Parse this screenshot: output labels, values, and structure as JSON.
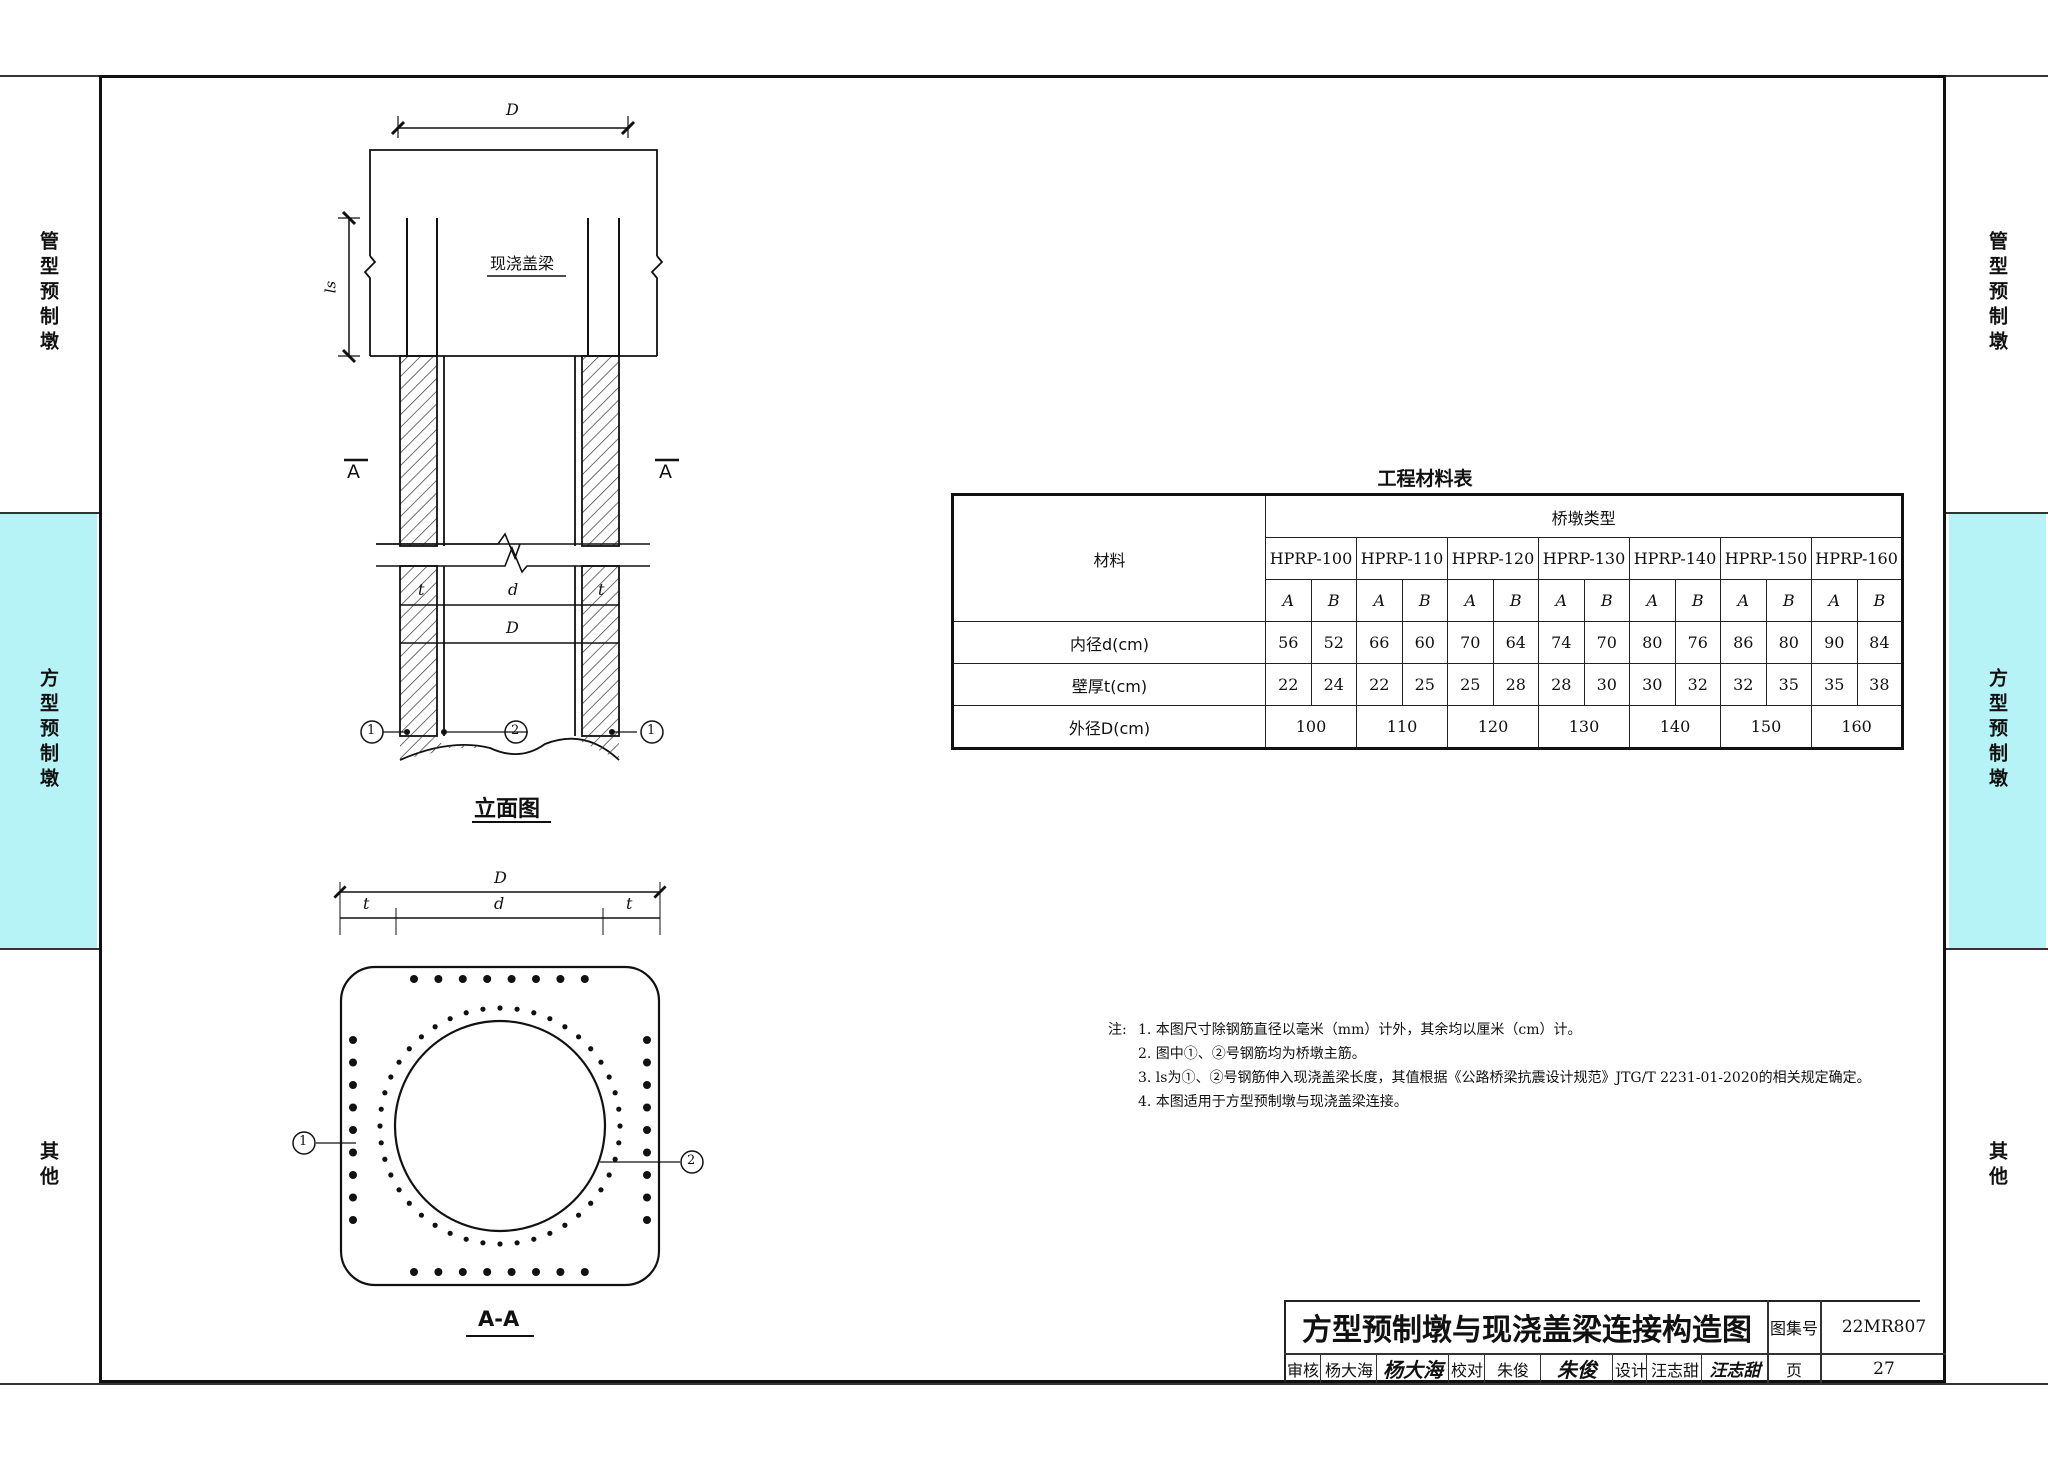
{
  "side_tabs": {
    "tubular": "管型预制墩",
    "square": "方型预制墩",
    "other": "其他"
  },
  "elevation": {
    "dim_D_top": "D",
    "cap_beam_label": "现浇盖梁",
    "ls_label": "ls",
    "section_mark_left": "A",
    "section_mark_right": "A",
    "dim_t_left": "t",
    "dim_d": "d",
    "dim_t_right": "t",
    "dim_D": "D",
    "bar1_left": "1",
    "bar2": "2",
    "bar1_right": "1",
    "caption": "立面图"
  },
  "section": {
    "dim_D": "D",
    "dim_t_left": "t",
    "dim_d": "d",
    "dim_t_right": "t",
    "bar1": "1",
    "bar2": "2",
    "caption": "A-A"
  },
  "material_table": {
    "title": "工程材料表",
    "material_header": "材料",
    "pier_type_header": "桥墩类型",
    "types": [
      "HPRP-100",
      "HPRP-110",
      "HPRP-120",
      "HPRP-130",
      "HPRP-140",
      "HPRP-150",
      "HPRP-160"
    ],
    "subcols": [
      "A",
      "B",
      "A",
      "B",
      "A",
      "B",
      "A",
      "B",
      "A",
      "B",
      "A",
      "B",
      "A",
      "B"
    ],
    "rows": [
      {
        "label": "内径d(cm)",
        "values": [
          "56",
          "52",
          "66",
          "60",
          "70",
          "64",
          "74",
          "70",
          "80",
          "76",
          "86",
          "80",
          "90",
          "84"
        ]
      },
      {
        "label": "壁厚t(cm)",
        "values": [
          "22",
          "24",
          "22",
          "25",
          "25",
          "28",
          "28",
          "30",
          "30",
          "32",
          "32",
          "35",
          "35",
          "38"
        ]
      }
    ],
    "outer_row": {
      "label": "外径D(cm)",
      "values": [
        "100",
        "110",
        "120",
        "130",
        "140",
        "150",
        "160"
      ]
    }
  },
  "notes": {
    "prefix": "注:",
    "items": [
      "1. 本图尺寸除钢筋直径以毫米（mm）计外，其余均以厘米（cm）计。",
      "2. 图中①、②号钢筋均为桥墩主筋。",
      "3. ls为①、②号钢筋伸入现浇盖梁长度，其值根据《公路桥梁抗震设计规范》JTG/T 2231-01-2020的相关规定确定。",
      "4. 本图适用于方型预制墩与现浇盖梁连接。"
    ]
  },
  "title_block": {
    "title": "方型预制墩与现浇盖梁连接构造图",
    "atlas_label": "图集号",
    "atlas_no": "22MR807",
    "review_label": "审核",
    "reviewer": "杨大海",
    "reviewer_sig": "杨大海",
    "check_label": "校对",
    "checker": "朱俊",
    "checker_sig": "朱俊",
    "design_label": "设计",
    "designer": "汪志甜",
    "designer_sig": "汪志甜",
    "page_label": "页",
    "page_no": "27"
  }
}
